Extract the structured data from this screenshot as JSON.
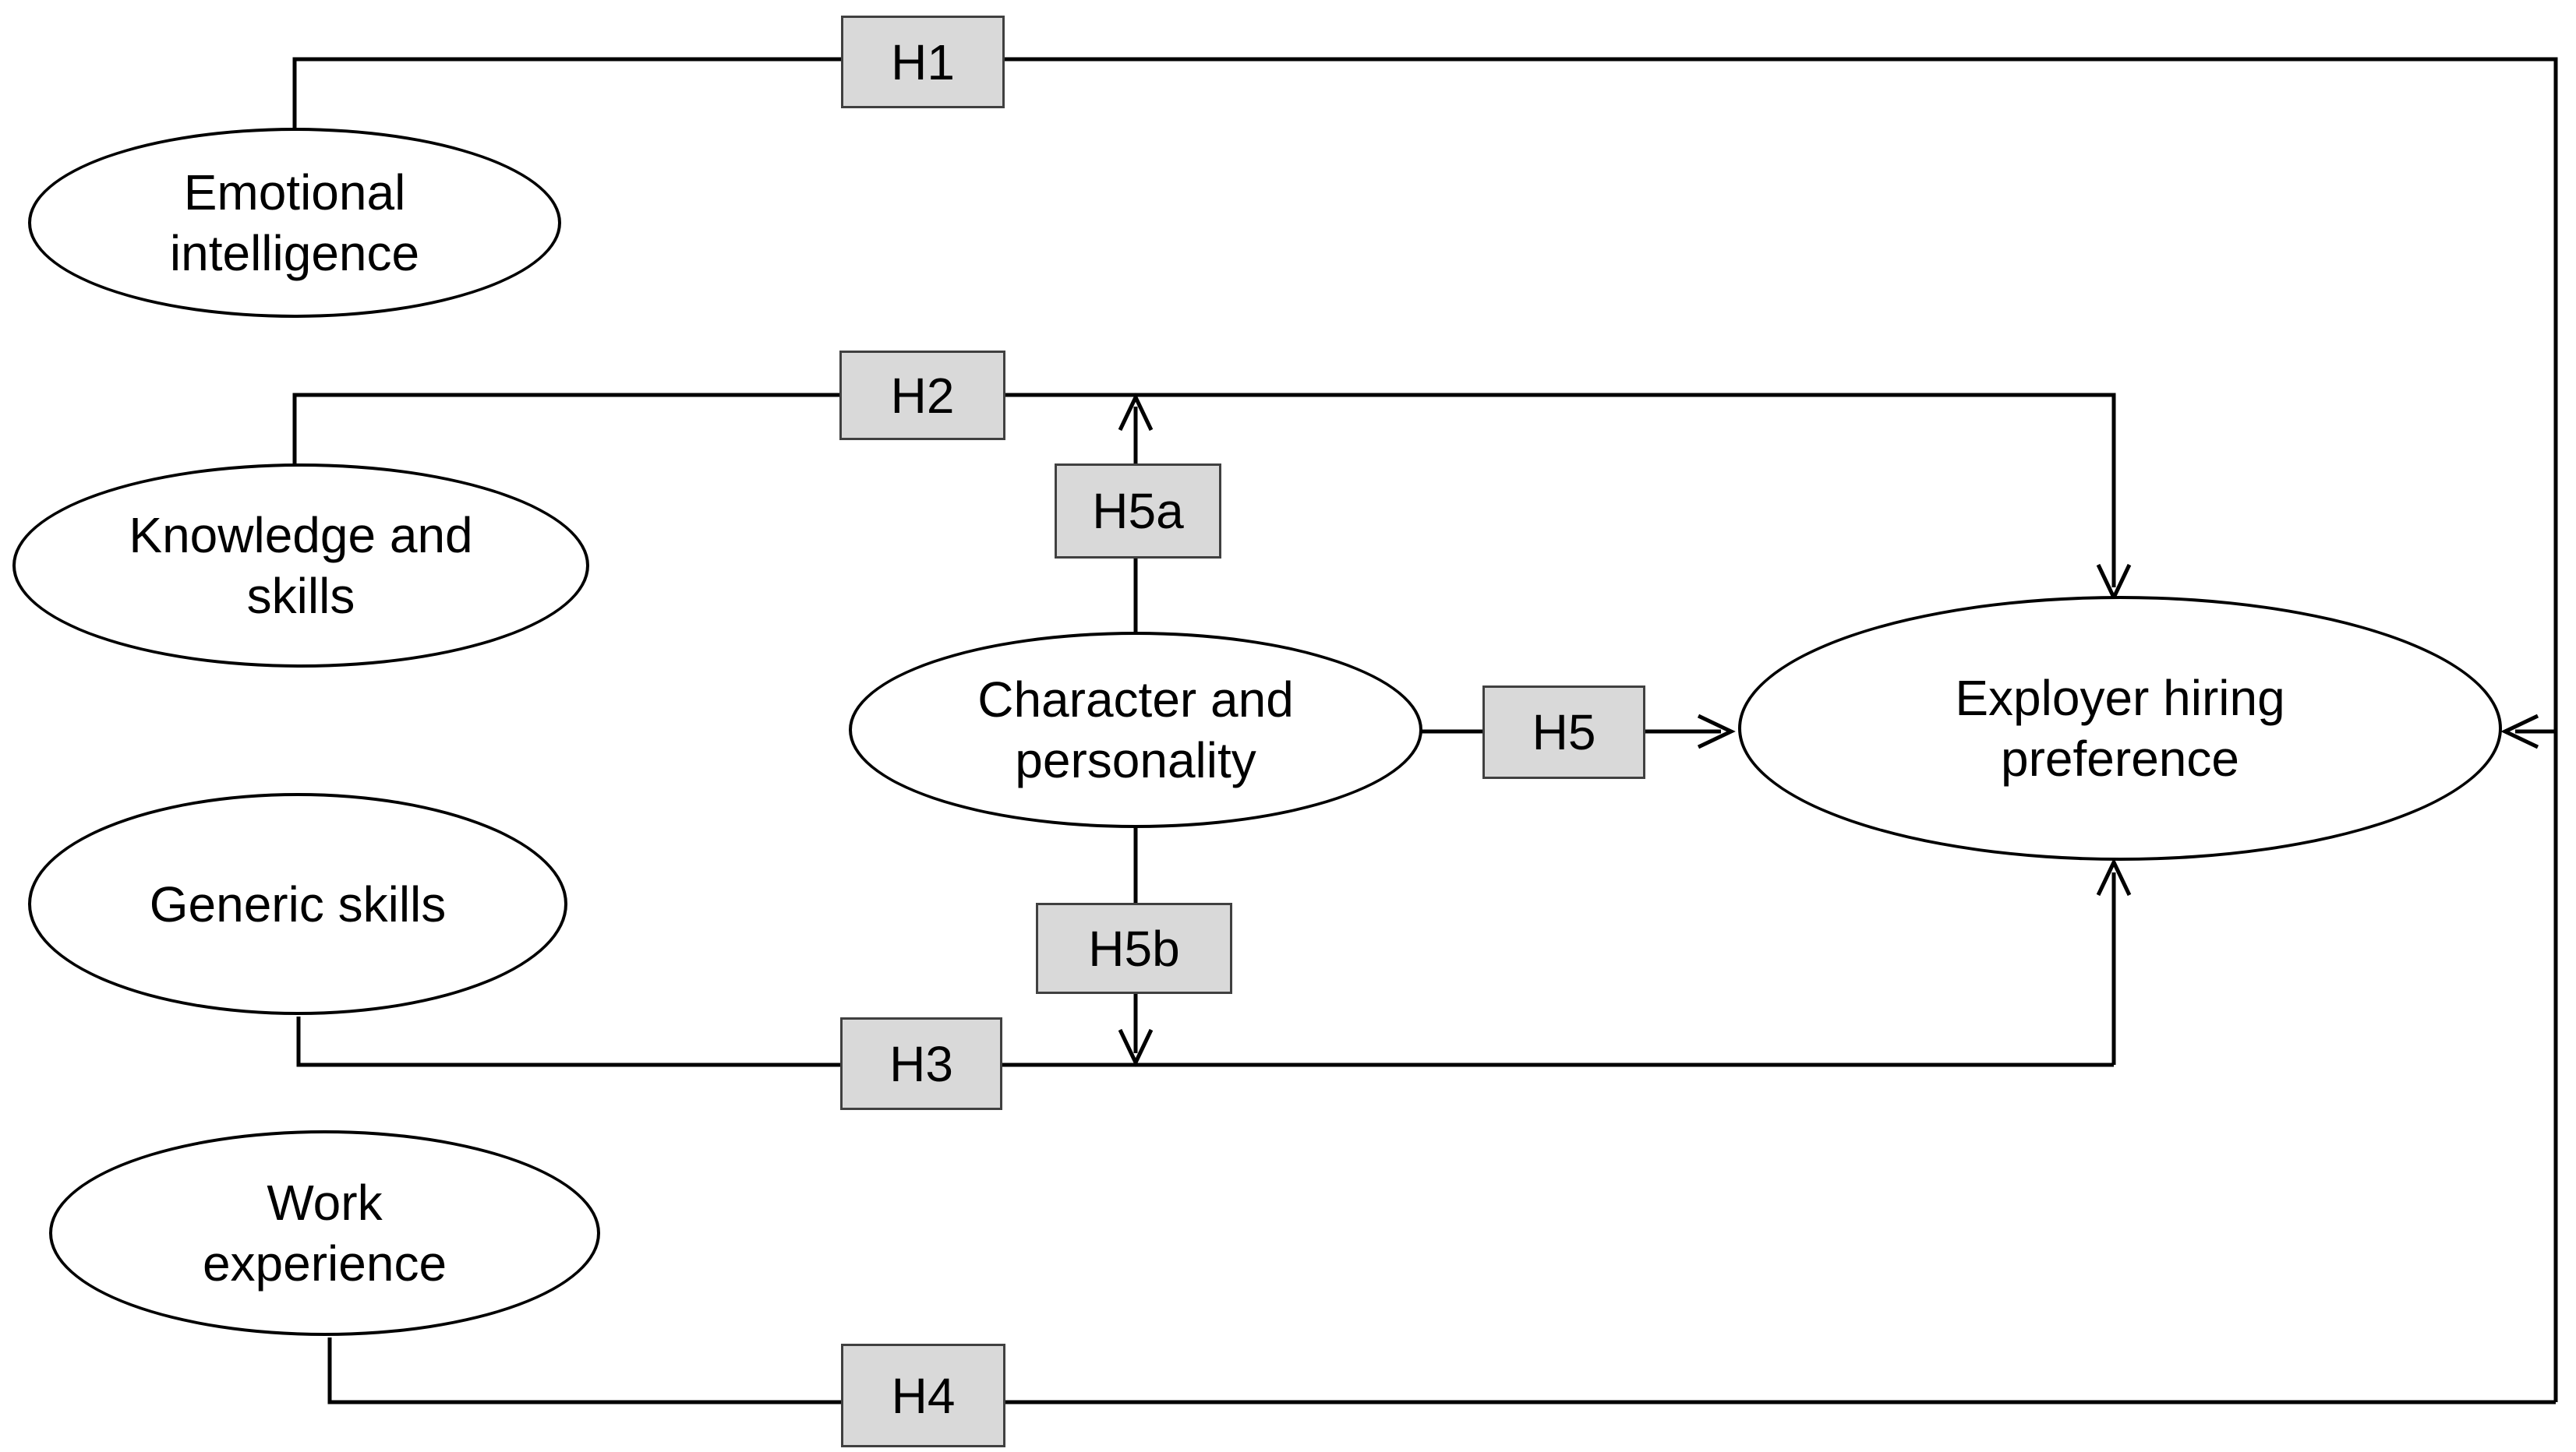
{
  "nodes": {
    "emotional": {
      "lines": [
        "Emotional",
        "intelligence"
      ]
    },
    "knowledge": {
      "lines": [
        "Knowledge and",
        "skills"
      ]
    },
    "generic": {
      "lines": [
        "Generic skills"
      ]
    },
    "work": {
      "lines": [
        "Work",
        "experience"
      ]
    },
    "character": {
      "lines": [
        "Character and",
        "personality"
      ]
    },
    "employer": {
      "lines": [
        "Exployer hiring",
        "preference"
      ]
    }
  },
  "hypotheses": {
    "h1": "H1",
    "h2": "H2",
    "h3": "H3",
    "h4": "H4",
    "h5": "H5",
    "h5a": "H5a",
    "h5b": "H5b"
  },
  "colors": {
    "background": "#ffffff",
    "node_fill": "#ffffff",
    "node_border": "#000000",
    "line": "#000000",
    "box_fill": "#d9d9d9",
    "box_border": "#404040",
    "text": "#000000"
  }
}
